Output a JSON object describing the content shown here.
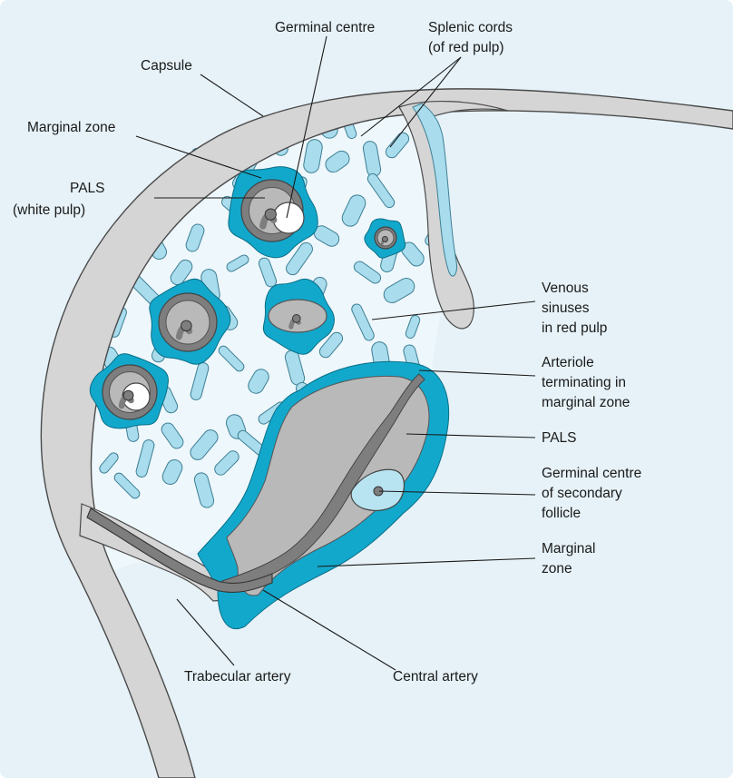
{
  "colors": {
    "background": "#e6f2f8",
    "capsule_fill": "#d5d5d5",
    "capsule_stroke": "#4a4a4a",
    "red_pulp": "#eef7fb",
    "cords": "#a9dcec",
    "marginal_zone": "#12a8cc",
    "pals_light": "#b9b9b9",
    "pals_dark": "#7e7e7e",
    "germinal_centre": "#ffffff",
    "germinal_centre_secondary": "#b8e4f2",
    "text": "#1a1a1a"
  },
  "labels": {
    "germinal_centre": "Germinal centre",
    "splenic_cords": [
      "Splenic cords",
      "(of red pulp)"
    ],
    "capsule": "Capsule",
    "marginal_zone_top": "Marginal zone",
    "pals_white_pulp": [
      "PALS",
      "(white pulp)"
    ],
    "venous_sinuses": [
      "Venous",
      "sinuses",
      "in red pulp"
    ],
    "arteriole": [
      "Arteriole",
      "terminating in",
      "marginal zone"
    ],
    "pals": "PALS",
    "germinal_centre_secondary": [
      "Germinal centre",
      "of secondary",
      "follicle"
    ],
    "marginal_zone_bottom": [
      "Marginal",
      "zone"
    ],
    "trabecular_artery": "Trabecular artery",
    "central_artery": "Central artery"
  }
}
